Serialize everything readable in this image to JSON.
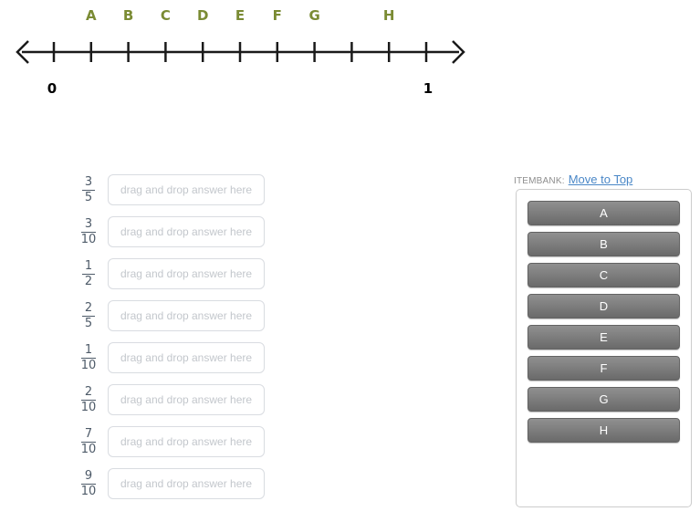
{
  "number_line": {
    "start_label": "0",
    "end_label": "1",
    "letter_color": "#7a8b33",
    "line_color": "#1a1a1a",
    "points": [
      {
        "letter": "A",
        "position": 0.1
      },
      {
        "letter": "B",
        "position": 0.2
      },
      {
        "letter": "C",
        "position": 0.3
      },
      {
        "letter": "D",
        "position": 0.4
      },
      {
        "letter": "E",
        "position": 0.5
      },
      {
        "letter": "F",
        "position": 0.6
      },
      {
        "letter": "G",
        "position": 0.7
      },
      {
        "letter": "H",
        "position": 0.9
      }
    ]
  },
  "drop_placeholder": "drag and drop answer here",
  "rows": [
    {
      "numerator": "3",
      "denominator": "5"
    },
    {
      "numerator": "3",
      "denominator": "10"
    },
    {
      "numerator": "1",
      "denominator": "2"
    },
    {
      "numerator": "2",
      "denominator": "5"
    },
    {
      "numerator": "1",
      "denominator": "10"
    },
    {
      "numerator": "2",
      "denominator": "10"
    },
    {
      "numerator": "7",
      "denominator": "10"
    },
    {
      "numerator": "9",
      "denominator": "10"
    }
  ],
  "itembank": {
    "label": "ITEMBANK:",
    "link": "Move to Top",
    "items": [
      "A",
      "B",
      "C",
      "D",
      "E",
      "F",
      "G",
      "H"
    ]
  },
  "colors": {
    "letter_green": "#7a8b33",
    "fraction_text": "#4d5a68",
    "drop_border": "#d9dce1",
    "drop_placeholder_text": "#c3c7cc",
    "itembank_label_gray": "#8e8e8e",
    "link_blue": "#4a87c7",
    "button_gradient_top": "#909090",
    "button_gradient_bottom": "#6a6a6a"
  }
}
